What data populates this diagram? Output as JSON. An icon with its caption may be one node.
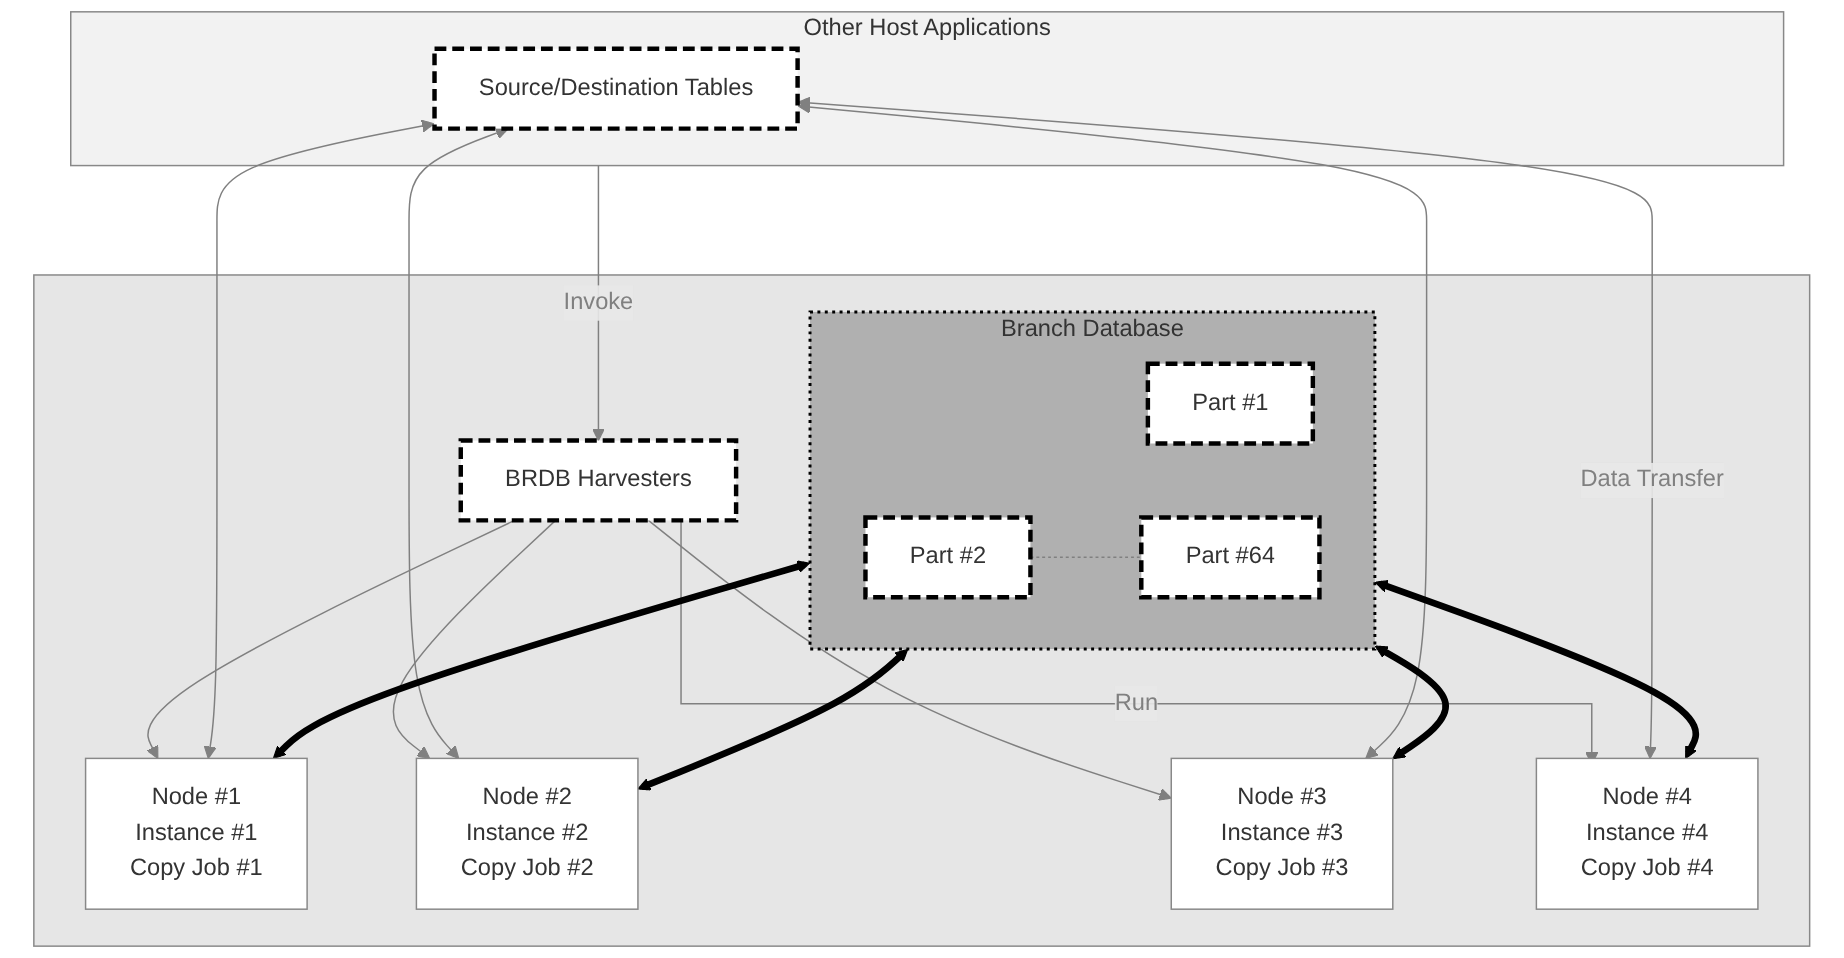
{
  "diagram": {
    "nodes": [
      {
        "text": [],
        "shape": "box"
      },
      {
        "text": [
          "BRDB Harvesters"
        ],
        "in": 0
      },
      {
        "text": [
          "Branch Database"
        ],
        "in": 0
      },
      {
        "text": [
          "Part #1"
        ],
        "in": 2
      },
      {
        "text": [
          "Part #2"
        ],
        "in": 2
      },
      {
        "text": [
          "Part #64"
        ],
        "in": 2
      },
      {
        "text": [
          "Other Host Applications"
        ]
      },
      {
        "text": [
          "Source/Destination Tables"
        ],
        "in": 6
      },
      {
        "text": [
          "Node #1",
          "Instance  #1",
          "Copy Job #1"
        ],
        "in": 0
      },
      {
        "text": [
          "Node #2",
          "Instance  #2",
          "Copy Job #2"
        ],
        "in": 0
      },
      {
        "text": [
          "Node #3",
          "Instance  #3",
          "Copy Job #3"
        ],
        "in": 0
      },
      {
        "text": [
          "Node #4",
          "Instance  #4",
          "Copy Job #4"
        ],
        "in": 0
      }
    ],
    "edges": [
      {
        "from": 6,
        "to": 1,
        "arrow": "to",
        "label": "Invoke"
      },
      {
        "from": 4,
        "to": 5,
        "arrow": "none",
        "style": "dashed"
      },
      {
        "from": 1,
        "to": 8,
        "arrow": "to"
      },
      {
        "from": 1,
        "to": 9,
        "arrow": "to"
      },
      {
        "from": 1,
        "to": 10,
        "arrow": "to"
      },
      {
        "from": 1,
        "to": 11,
        "arrow": "to",
        "label": "Run"
      },
      {
        "from": 2,
        "to": 8,
        "arrow": "both",
        "style": "thick",
        "color": "#000000"
      },
      {
        "from": 2,
        "to": 9,
        "arrow": "both",
        "style": "thick",
        "color": "#000000"
      },
      {
        "from": 2,
        "to": 10,
        "arrow": "both",
        "style": "thick",
        "color": "#000000"
      },
      {
        "from": 2,
        "to": 11,
        "arrow": "both",
        "style": "thick",
        "color": "#000000"
      },
      {
        "from": 7,
        "to": 8,
        "arrow": "both"
      },
      {
        "from": 7,
        "to": 9,
        "arrow": "both"
      },
      {
        "from": 7,
        "to": 10,
        "arrow": "both"
      },
      {
        "from": 7,
        "to": 11,
        "arrow": "both",
        "label": "Data Transfer"
      }
    ]
  }
}
